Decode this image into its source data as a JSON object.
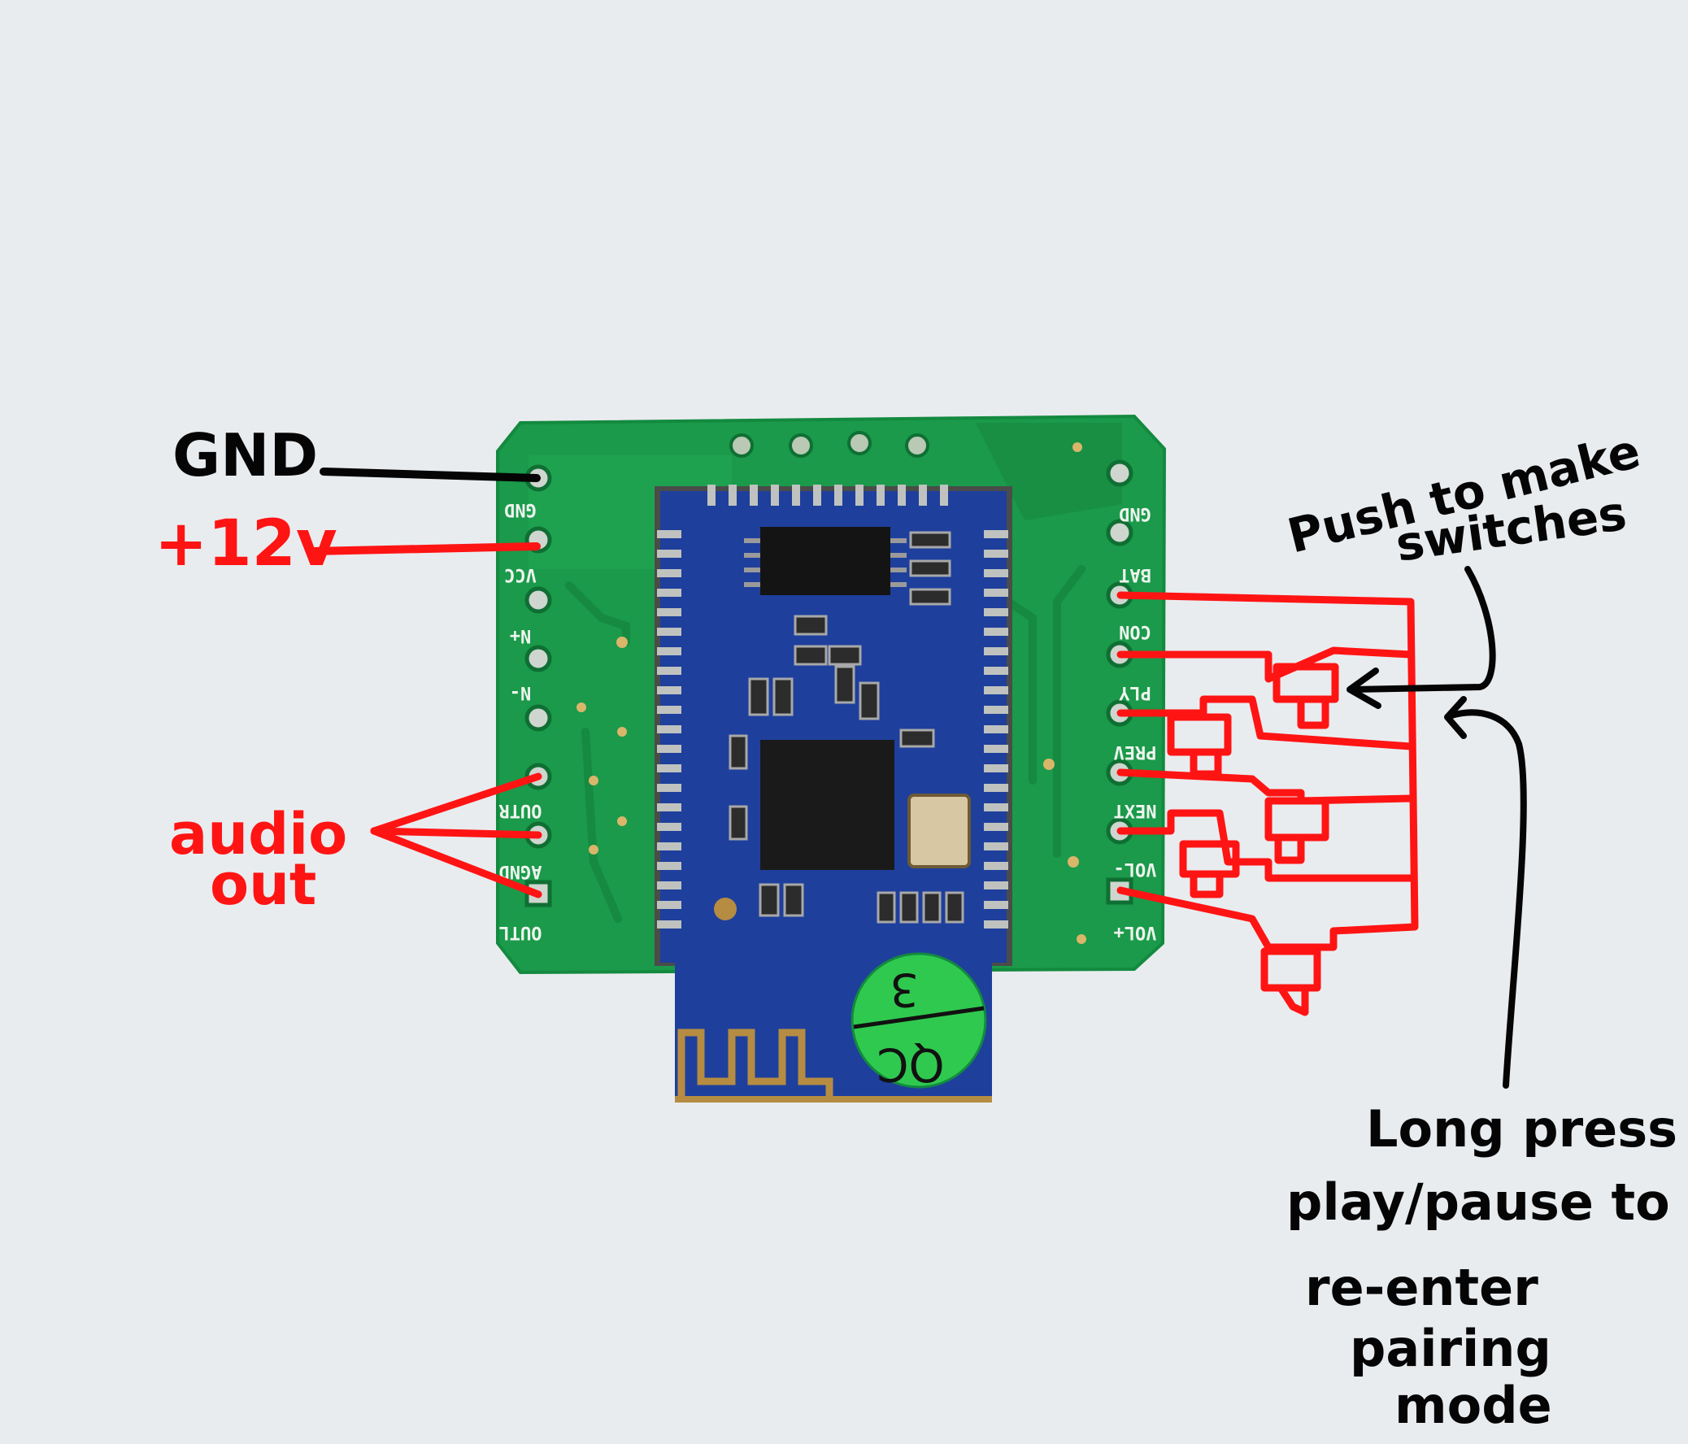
{
  "annotations": {
    "gnd": "GND",
    "v12": "+12v",
    "audio_line1": "audio",
    "audio_line2": "out",
    "push_line1": "Push to make",
    "push_line2": "switches",
    "long_press": [
      "Long press",
      "play/pause to",
      "re-enter",
      "pairing",
      "mode"
    ]
  },
  "pins_left": [
    "GND",
    "VCC",
    "N+",
    "N-",
    "OUTR",
    "AGND",
    "OUTL"
  ],
  "pins_right": [
    "GND",
    "BAT",
    "CON",
    "PLY",
    "PREV",
    "NEXT",
    "VOL-",
    "VOL+"
  ],
  "qc_sticker": {
    "line1": "3",
    "line2": "QC"
  },
  "colors": {
    "background": "#e9ecef",
    "pcb_green": "#1a9a4a",
    "module_blue": "#1e3f9c",
    "annotation_red": "#ff1414",
    "annotation_black": "#050505"
  }
}
